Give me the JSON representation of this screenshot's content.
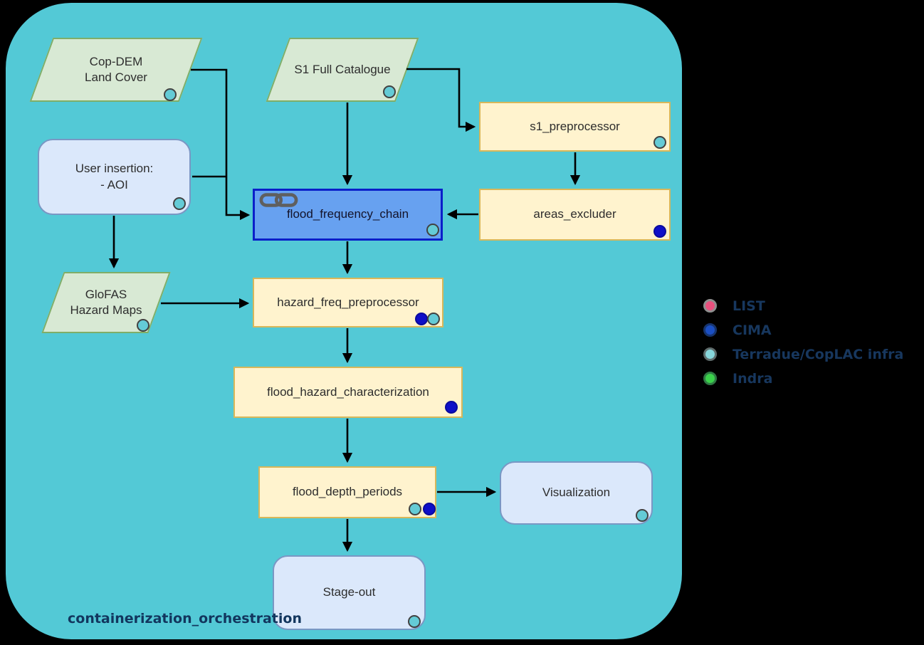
{
  "diagram": {
    "container_label": "containerization_orchestration",
    "background_color": "#000000",
    "container_fill": "#53C9D6"
  },
  "nodes": {
    "cop_dem": {
      "label": "Cop-DEM\nLand Cover",
      "shape": "parallelogram",
      "owners": [
        "Terradue/CopLAC infra"
      ]
    },
    "s1_catalogue": {
      "label": "S1 Full Catalogue",
      "shape": "parallelogram",
      "owners": [
        "Terradue/CopLAC infra"
      ]
    },
    "user_insertion": {
      "label": "User insertion:\n- AOI",
      "shape": "rounded",
      "owners": [
        "Terradue/CopLAC infra"
      ]
    },
    "s1_preprocessor": {
      "label": "s1_preprocessor",
      "shape": "process",
      "owners": [
        "Terradue/CopLAC infra"
      ]
    },
    "areas_excluder": {
      "label": "areas_excluder",
      "shape": "process",
      "owners": [
        "CIMA"
      ]
    },
    "flood_frequency_chain": {
      "label": "flood_frequency_chain",
      "shape": "process-linked",
      "owners": [
        "Terradue/CopLAC infra"
      ]
    },
    "glofas": {
      "label": "GloFAS\nHazard Maps",
      "shape": "parallelogram",
      "owners": [
        "Terradue/CopLAC infra"
      ]
    },
    "hazard_freq_preprocessor": {
      "label": "hazard_freq_preprocessor",
      "shape": "process",
      "owners": [
        "CIMA",
        "Terradue/CopLAC infra"
      ]
    },
    "flood_hazard_characterization": {
      "label": "flood_hazard_characterization",
      "shape": "process",
      "owners": [
        "CIMA"
      ]
    },
    "flood_depth_periods": {
      "label": "flood_depth_periods",
      "shape": "process",
      "owners": [
        "Terradue/CopLAC infra",
        "CIMA"
      ]
    },
    "visualization": {
      "label": "Visualization",
      "shape": "rounded",
      "owners": [
        "Terradue/CopLAC infra"
      ]
    },
    "stage_out": {
      "label": "Stage-out",
      "shape": "rounded",
      "owners": [
        "Terradue/CopLAC infra"
      ]
    }
  },
  "badge_colors": {
    "terradue": "#64CBD6",
    "cima": "#0E0EC8"
  },
  "legend": {
    "items": [
      {
        "id": "list",
        "label": "LIST",
        "color": "#E8517E"
      },
      {
        "id": "cima",
        "label": "CIMA",
        "color": "#1B4FC4"
      },
      {
        "id": "terradue",
        "label": "Terradue/CopLAC infra",
        "color": "#87D6DB"
      },
      {
        "id": "indra",
        "label": "Indra",
        "color": "#3BD14B"
      }
    ]
  }
}
